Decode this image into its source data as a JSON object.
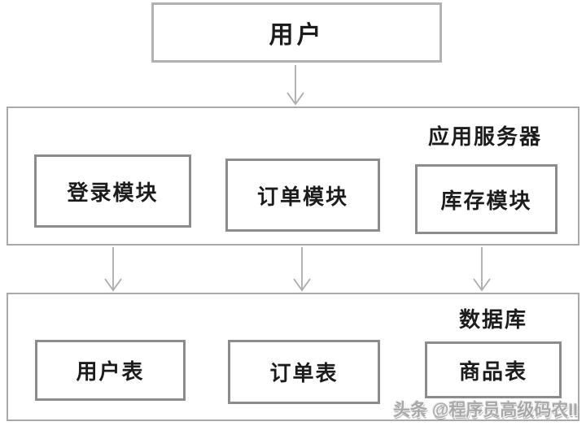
{
  "diagram": {
    "title_implicit": "three-tier architecture diagram",
    "user_box": {
      "label": "用户"
    },
    "app_server": {
      "label": "应用服务器",
      "modules": [
        {
          "label": "登录模块"
        },
        {
          "label": "订单模块"
        },
        {
          "label": "库存模块"
        }
      ]
    },
    "database": {
      "label": "数据库",
      "tables": [
        {
          "label": "用户表"
        },
        {
          "label": "订单表"
        },
        {
          "label": "商品表"
        }
      ]
    },
    "connections": [
      {
        "from": "用户",
        "to": "应用服务器"
      },
      {
        "from": "登录模块",
        "to": "数据库"
      },
      {
        "from": "订单模块",
        "to": "数据库"
      },
      {
        "from": "库存模块",
        "to": "数据库"
      }
    ],
    "watermark": "头条 @程序员高级码农II",
    "colors": {
      "text": "#1c1c1c",
      "topbox_border": "#b2b2b2",
      "container_border": "#a9a9a9",
      "module_border": "#8c8c8c",
      "arrow": "#ababab",
      "watermark": "#a8a8a8",
      "background": "#ffffff"
    }
  }
}
